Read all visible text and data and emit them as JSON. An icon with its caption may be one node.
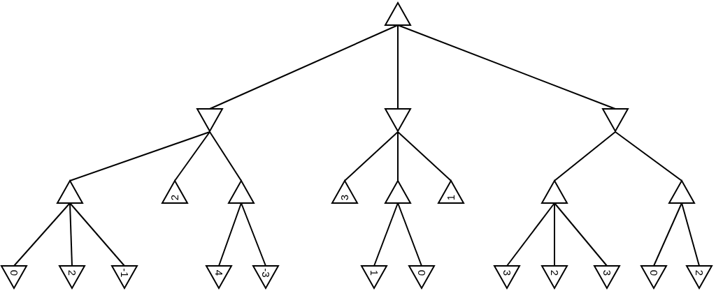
{
  "diagram": {
    "nodes": [
      {
        "text": [],
        "shape": "triangle"
      },
      {
        "text": [],
        "shape": "triangle"
      },
      {
        "text": [],
        "shape": "triangle"
      },
      {
        "text": [],
        "shape": "triangle"
      },
      {
        "text": [],
        "shape": "triangle"
      },
      {
        "text": [
          "2"
        ]
      },
      {
        "text": [],
        "shape": "triangle"
      },
      {
        "text": [
          "3"
        ]
      },
      {
        "text": [],
        "shape": "triangle"
      },
      {
        "text": [
          "1"
        ]
      },
      {
        "text": [],
        "shape": "triangle"
      },
      {
        "text": [],
        "shape": "triangle"
      },
      {
        "text": [
          "0"
        ]
      },
      {
        "text": [
          "2"
        ]
      },
      {
        "text": [
          "-1"
        ]
      },
      {
        "text": [
          "4"
        ]
      },
      {
        "text": [
          "-3"
        ]
      },
      {
        "text": [
          "1"
        ]
      },
      {
        "text": [
          "0"
        ]
      },
      {
        "text": [
          "3"
        ]
      },
      {
        "text": [
          "2"
        ]
      },
      {
        "text": [
          "3"
        ]
      },
      {
        "text": [
          "0"
        ]
      },
      {
        "text": [
          "2"
        ]
      }
    ],
    "edges": [
      {
        "from": 0,
        "to": 1,
        "arrow": "none"
      },
      {
        "from": 0,
        "to": 2,
        "arrow": "none"
      },
      {
        "from": 0,
        "to": 3,
        "arrow": "none"
      },
      {
        "from": 1,
        "to": 4,
        "arrow": "none"
      },
      {
        "from": 1,
        "to": 5,
        "arrow": "none"
      },
      {
        "from": 1,
        "to": 6,
        "arrow": "none"
      },
      {
        "from": 2,
        "to": 7,
        "arrow": "none"
      },
      {
        "from": 2,
        "to": 8,
        "arrow": "none"
      },
      {
        "from": 2,
        "to": 9,
        "arrow": "none"
      },
      {
        "from": 3,
        "to": 10,
        "arrow": "none"
      },
      {
        "from": 3,
        "to": 11,
        "arrow": "none"
      },
      {
        "from": 4,
        "to": 12,
        "arrow": "none"
      },
      {
        "from": 4,
        "to": 13,
        "arrow": "none"
      },
      {
        "from": 4,
        "to": 14,
        "arrow": "none"
      },
      {
        "from": 6,
        "to": 15,
        "arrow": "none"
      },
      {
        "from": 6,
        "to": 16,
        "arrow": "none"
      },
      {
        "from": 8,
        "to": 17,
        "arrow": "none"
      },
      {
        "from": 8,
        "to": 18,
        "arrow": "none"
      },
      {
        "from": 10,
        "to": 19,
        "arrow": "none"
      },
      {
        "from": 10,
        "to": 20,
        "arrow": "none"
      },
      {
        "from": 10,
        "to": 21,
        "arrow": "none"
      },
      {
        "from": 11,
        "to": 22,
        "arrow": "none"
      },
      {
        "from": 11,
        "to": 23,
        "arrow": "none"
      }
    ]
  }
}
